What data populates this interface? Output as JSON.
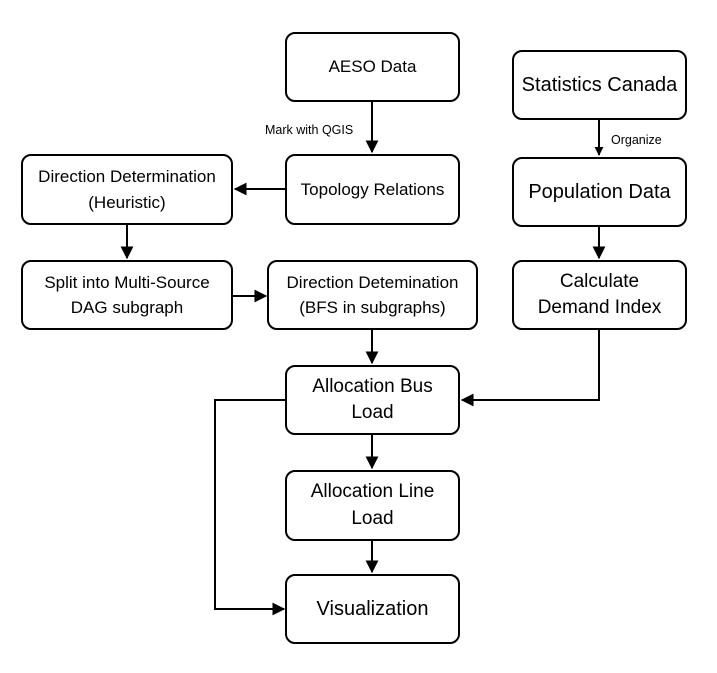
{
  "nodes": {
    "aeso": "AESO Data",
    "topology": "Topology Relations",
    "dir_heuristic": [
      "Direction Determination",
      "(Heuristic)"
    ],
    "split": [
      "Split into Multi-Source",
      "DAG subgraph"
    ],
    "dir_bfs": [
      "Direction Detemination",
      "(BFS in subgraphs)"
    ],
    "alloc_bus": [
      "Allocation Bus",
      "Load"
    ],
    "alloc_line": [
      "Allocation Line",
      "Load"
    ],
    "visualization": "Visualization",
    "stats_canada": "Statistics Canada",
    "population": "Population Data",
    "demand": [
      "Calculate",
      "Demand Index"
    ]
  },
  "edge_labels": {
    "mark_qgis": "Mark with QGIS",
    "organize": "Organize"
  },
  "colors": {
    "stroke": "#000000",
    "fill": "#ffffff"
  }
}
